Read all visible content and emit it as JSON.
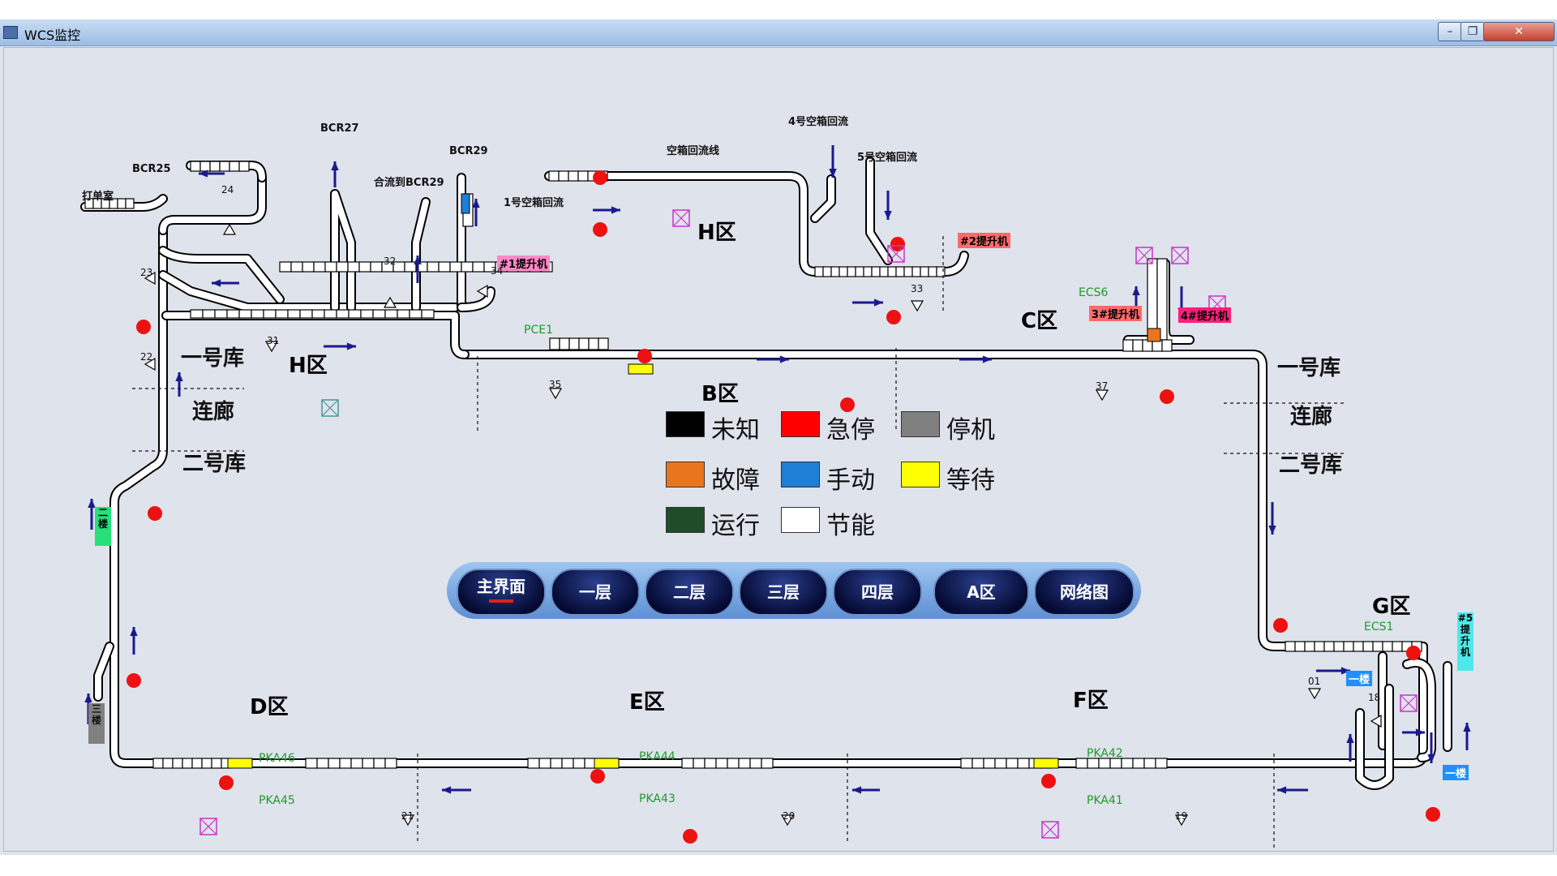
{
  "window": {
    "title": "WCS监控",
    "min_glyph": "–",
    "max_glyph": "❐",
    "close_glyph": "✕"
  },
  "labels": {
    "da_dan_shi": "打单室",
    "bcr25": "BCR25",
    "bcr27": "BCR27",
    "bcr29": "BCR29",
    "merge_bcr29": "合流到BCR29",
    "empty_return_line": "空箱回流线",
    "empty_return_1": "1号空箱回流",
    "empty_return_4": "4号空箱回流",
    "empty_return_5": "5号空箱回流",
    "ecs6": "ECS6",
    "ecs1": "ECS1",
    "pce1": "PCE1",
    "pka46": "PKA46",
    "pka45": "PKA45",
    "pka44": "PKA44",
    "pka43": "PKA43",
    "pka42": "PKA42",
    "pka41": "PKA41"
  },
  "zones": {
    "h1": "H区",
    "h2": "H区",
    "b": "B区",
    "c": "C区",
    "d": "D区",
    "e": "E区",
    "f": "F区",
    "g": "G区"
  },
  "areas": {
    "left_one": "一号库",
    "left_corr": "连廊",
    "left_two": "二号库",
    "right_one": "一号库",
    "right_corr": "连廊",
    "right_two": "二号库"
  },
  "lifts": {
    "lift1": "#1提升机",
    "lift2": "#2提升机",
    "lift3": "3#提升机",
    "lift4": "4#提升机",
    "lift5": "#5提升机",
    "floor2": "二楼",
    "floor3": "三楼",
    "floor1a": "一楼",
    "floor1b": "一楼"
  },
  "numbers": [
    "24",
    "23",
    "22",
    "31",
    "32",
    "34",
    "35",
    "33",
    "37",
    "01",
    "18",
    "21",
    "20",
    "19"
  ],
  "legend": [
    {
      "label": "未知",
      "color": "#000000"
    },
    {
      "label": "急停",
      "color": "#ff0000"
    },
    {
      "label": "停机",
      "color": "#808080"
    },
    {
      "label": "故障",
      "color": "#e8761e"
    },
    {
      "label": "手动",
      "color": "#1f7fd6"
    },
    {
      "label": "等待",
      "color": "#ffff00"
    },
    {
      "label": "运行",
      "color": "#1f4d2a"
    },
    {
      "label": "节能",
      "color": "#ffffff"
    }
  ],
  "nav": [
    "主界面",
    "一层",
    "二层",
    "三层",
    "四层",
    "A区",
    "网络图"
  ],
  "colors": {
    "track": "#ffffff",
    "track_border": "#000000",
    "arrow": "#1a1a8c",
    "estop": "#ee1111",
    "lift_pink": "#ff88c8",
    "lift_red": "#ff6a6a",
    "lift_magenta": "#ff1f7a",
    "lift_cyan": "#4fe8e8",
    "floor_green": "#27e07a",
    "floor_gray": "#808080",
    "floor_blue": "#1e90ff",
    "wait_yellow": "#ffff00",
    "fault_orange": "#e8761e",
    "manual_blue": "#1f7fd6"
  }
}
